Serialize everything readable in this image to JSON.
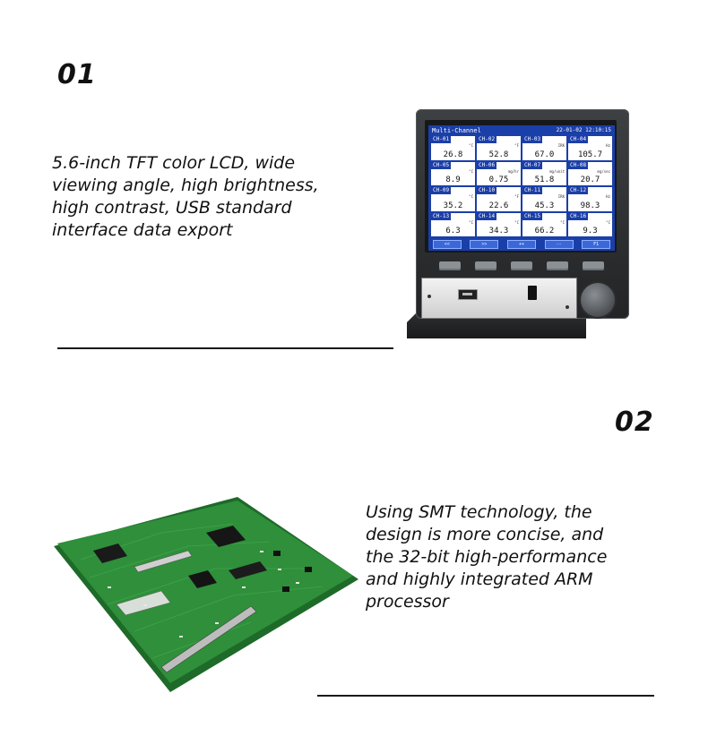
{
  "sections": [
    {
      "number": "01",
      "lines": [
        "5.6-inch TFT color LCD, wide",
        "viewing angle, high brightness,",
        "high contrast, USB standard",
        "interface data export"
      ]
    },
    {
      "number": "02",
      "lines": [
        "Using SMT technology, the",
        "design is more concise, and",
        "the 32-bit high-performance",
        "and highly integrated ARM",
        "processor"
      ]
    }
  ],
  "recorder": {
    "screen_title": "Multi-Channel",
    "screen_time": "22-01-02 12:10:15",
    "channels": [
      {
        "label": "CH-01",
        "unit": "°C",
        "value": "26.8"
      },
      {
        "label": "CH-02",
        "unit": "°F",
        "value": "52.8"
      },
      {
        "label": "CH-03",
        "unit": "IRK",
        "value": "67.0"
      },
      {
        "label": "CH-04",
        "unit": "Hz",
        "value": "105.7"
      },
      {
        "label": "CH-05",
        "unit": "°C",
        "value": "8.9"
      },
      {
        "label": "CH-06",
        "unit": "mg/hr",
        "value": "0.75"
      },
      {
        "label": "CH-07",
        "unit": "mg/unit",
        "value": "51.8"
      },
      {
        "label": "CH-08",
        "unit": "mg/sec",
        "value": "20.7"
      },
      {
        "label": "CH-09",
        "unit": "°C",
        "value": "35.2"
      },
      {
        "label": "CH-10",
        "unit": "°F",
        "value": "22.6"
      },
      {
        "label": "CH-11",
        "unit": "IRK",
        "value": "45.3"
      },
      {
        "label": "CH-12",
        "unit": "Hz",
        "value": "98.3"
      },
      {
        "label": "CH-13",
        "unit": "°C",
        "value": "6.3"
      },
      {
        "label": "CH-14",
        "unit": "°C",
        "value": "34.3"
      },
      {
        "label": "CH-15",
        "unit": "°C",
        "value": "66.2"
      },
      {
        "label": "CH-16",
        "unit": "°C",
        "value": "9.3"
      }
    ],
    "screen_buttons": [
      "<<",
      ">>",
      "++",
      "--",
      "F1"
    ]
  },
  "colors": {
    "lcd_background": "#1b3fa8",
    "pcb_green": "#2f8f3a",
    "rule": "#1a1a1a"
  }
}
